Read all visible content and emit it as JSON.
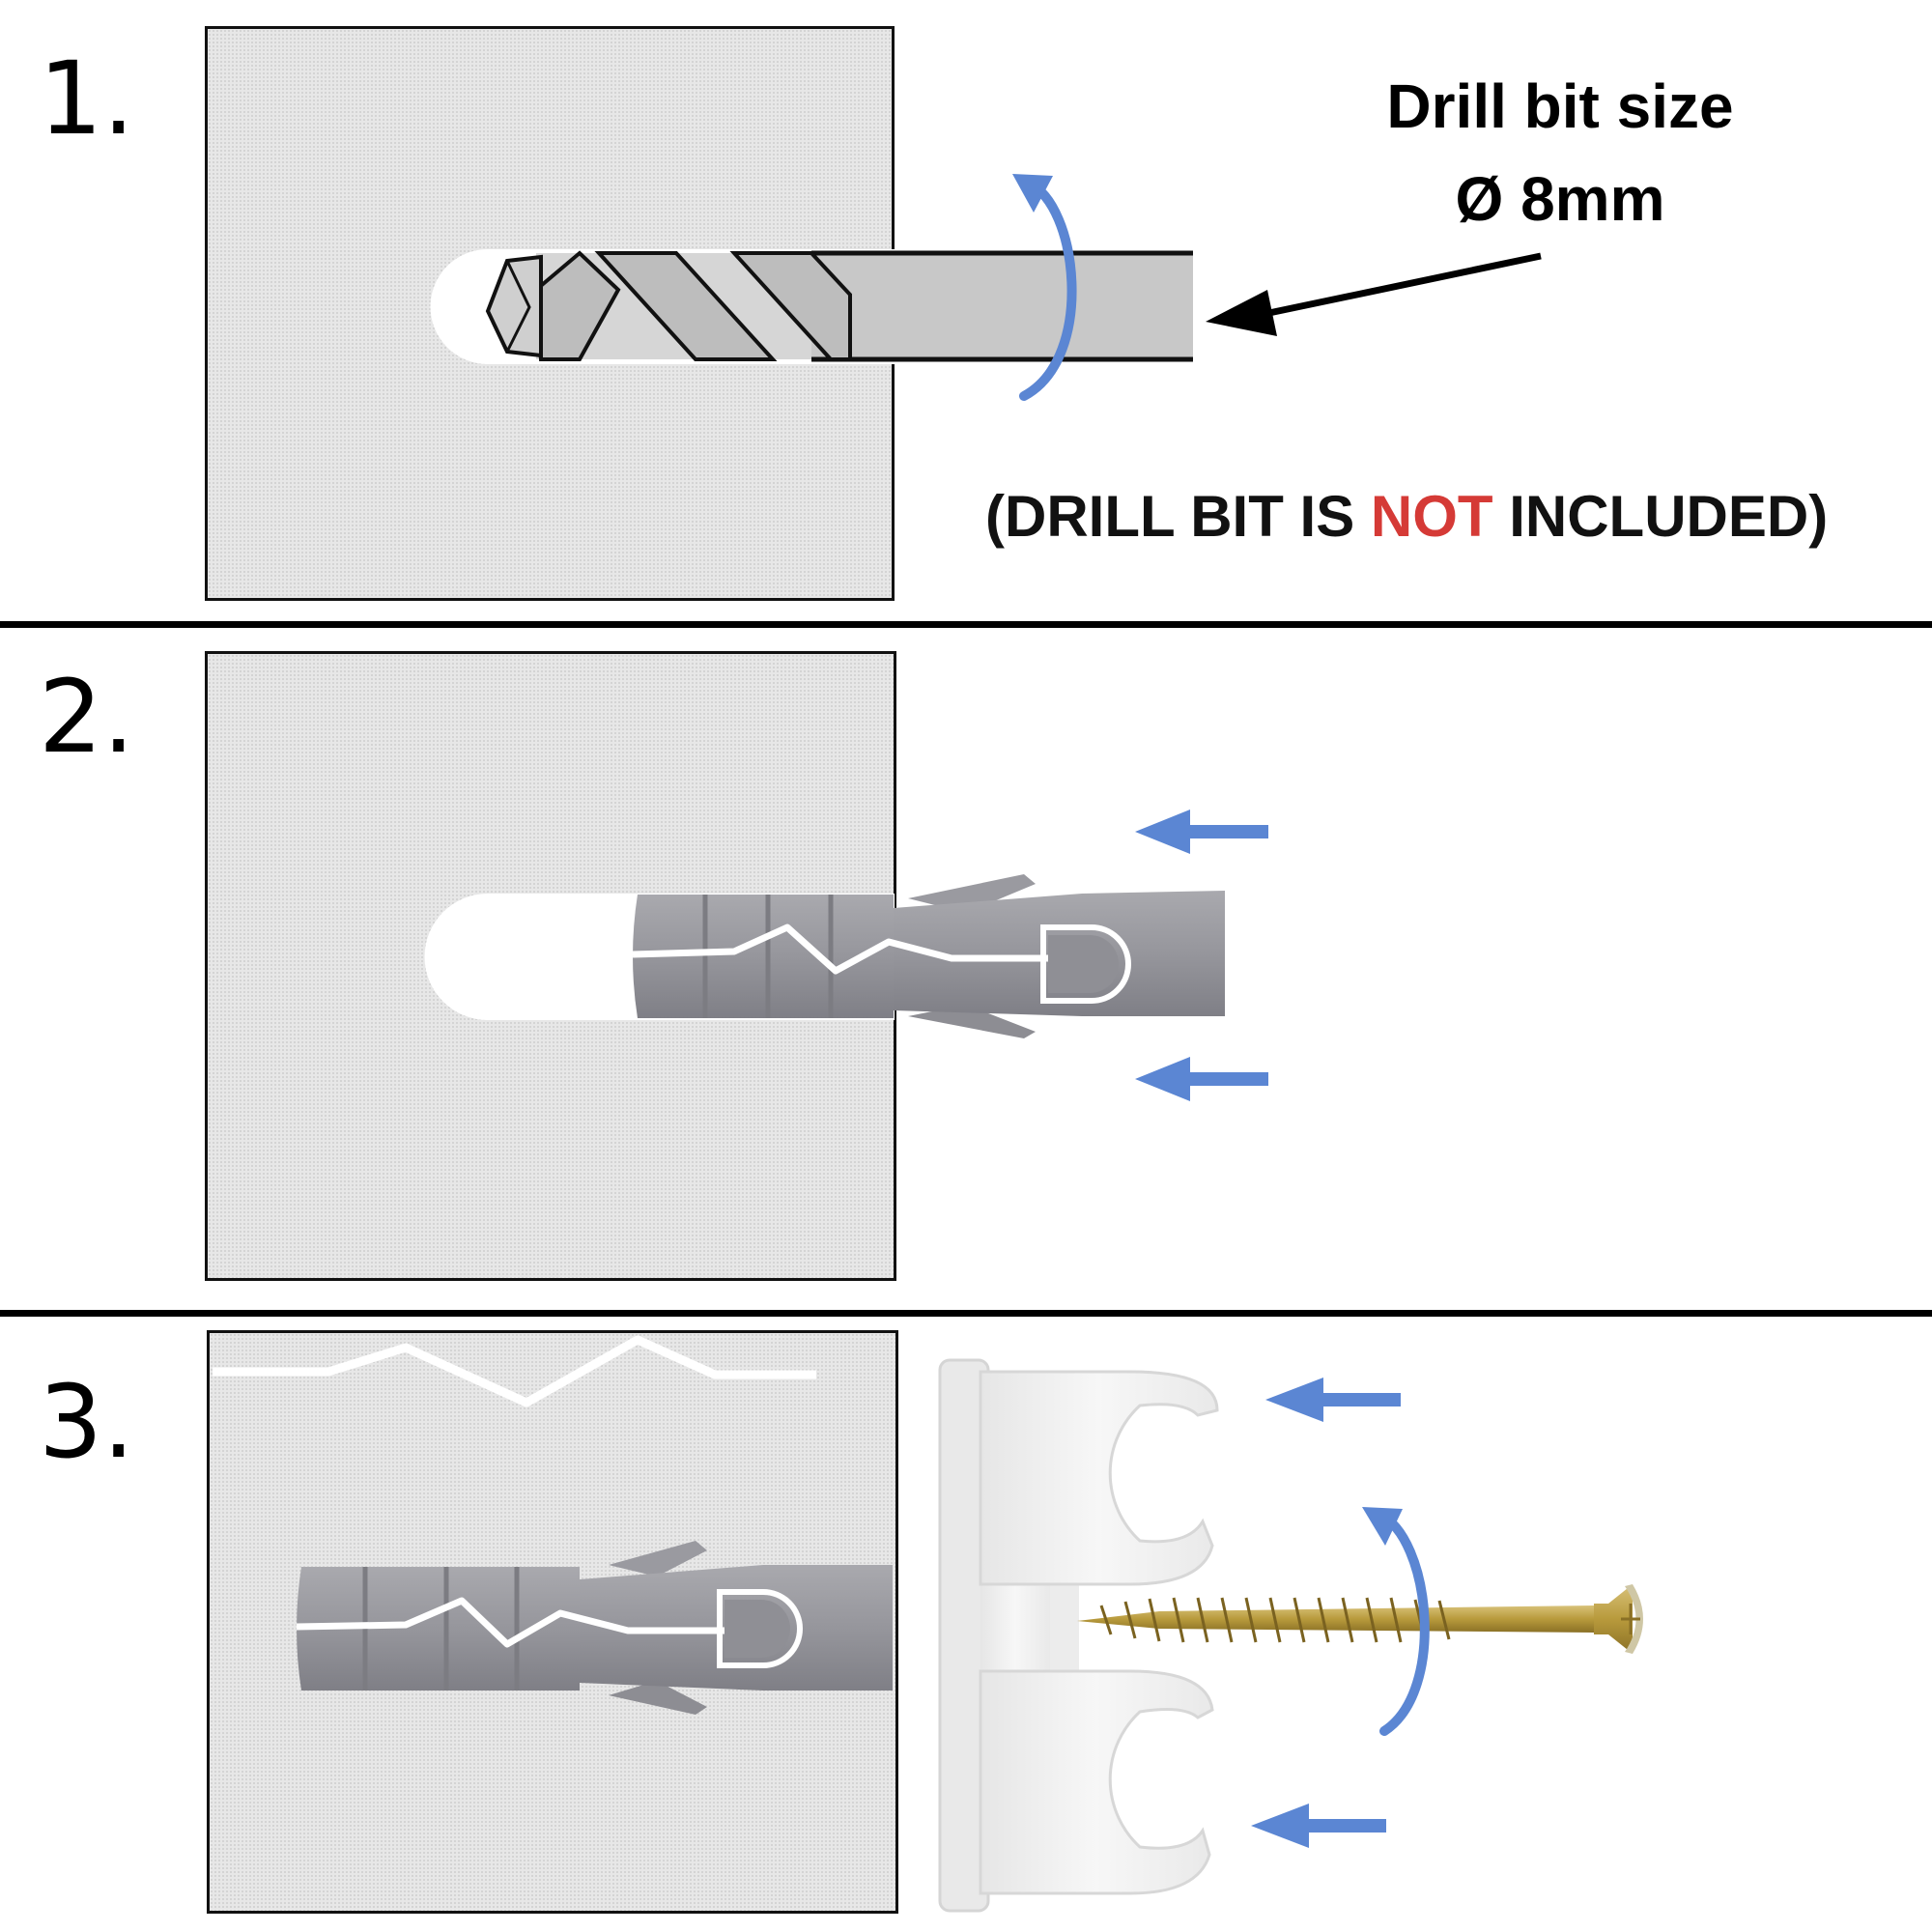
{
  "steps": [
    {
      "number": "1."
    },
    {
      "number": "2."
    },
    {
      "number": "3."
    }
  ],
  "step1": {
    "spec_title": "Drill bit size",
    "spec_value": "Ø 8mm",
    "note_open": "(",
    "note_before": "DRILL BIT IS ",
    "note_highlight": "NOT",
    "note_after": " INCLUDED",
    "note_close": ")"
  },
  "colors": {
    "arrow_blue": "#5b86d3",
    "warning_red": "#d53a36",
    "wall_gray": "#e7e7e7",
    "plug_gray": "#9c9ca2",
    "clip_white": "#f3f3f3",
    "screw_gold": "#b89a3c"
  },
  "icons": {
    "rotation": "rotate-arrow-icon",
    "push": "left-arrow-icon"
  }
}
